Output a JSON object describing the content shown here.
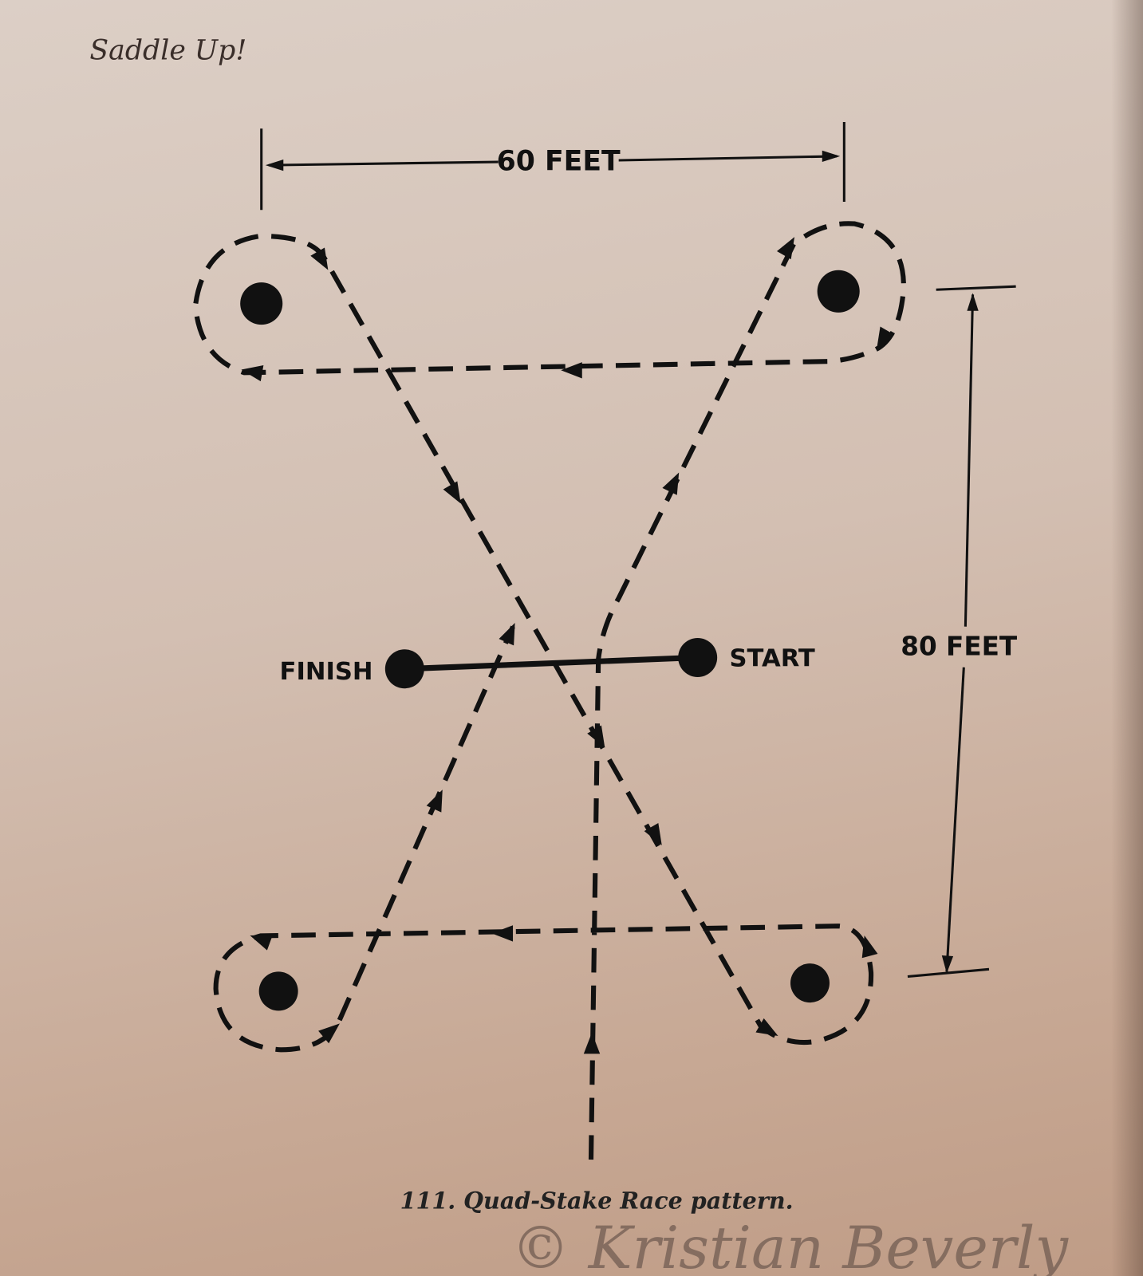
{
  "page_header": "Saddle Up!",
  "dimensions": {
    "width_label": "60 FEET",
    "length_label": "80 FEET"
  },
  "markers": {
    "finish_label": "FINISH",
    "start_label": "START"
  },
  "caption": "111. Quad-Stake Race pattern.",
  "watermark": "© Kristian Beverly",
  "colors": {
    "ink": "#111111",
    "paper": "#d3bfb2",
    "watermark": "#7a6458"
  }
}
